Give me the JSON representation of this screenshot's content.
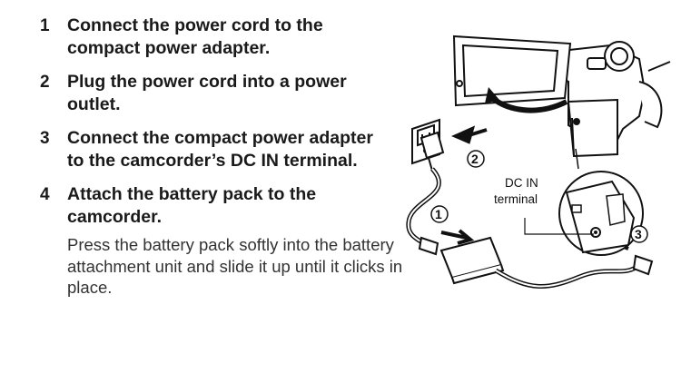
{
  "steps": [
    {
      "number": "1",
      "text": "Connect the power cord to the compact power adapter."
    },
    {
      "number": "2",
      "text": "Plug the power cord into a power outlet."
    },
    {
      "number": "3",
      "text": "Connect the compact power adapter to the camcorder’s DC IN terminal."
    },
    {
      "number": "4",
      "text": "Attach the battery pack to the camcorder.",
      "detail": "Press the battery pack softly into the battery attachment unit and slide it up until it clicks in place."
    }
  ],
  "illustration": {
    "dc_label_line1": "DC IN",
    "dc_label_line2": "terminal",
    "callouts": [
      "1",
      "2",
      "3"
    ]
  }
}
